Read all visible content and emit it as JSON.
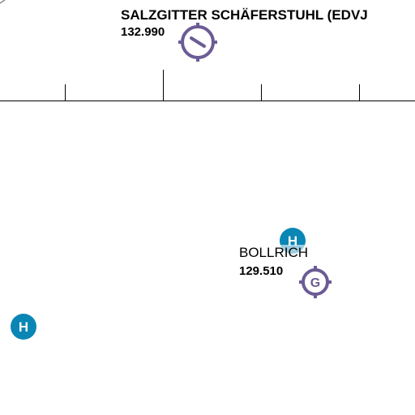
{
  "colors": {
    "background": "#ffffff",
    "airfield_symbol": "#6b5b95",
    "heliport_symbol": "#0a86b5",
    "scale_line": "#000000",
    "text": "#000000"
  },
  "airfields": [
    {
      "name": "SALZGITTER SCHÄFERSTUHL (EDVJ",
      "frequency": "132.990",
      "icon": "airfield-runway-icon"
    },
    {
      "name": "BOLLRICH",
      "frequency": "129.510",
      "icon": "glider-site-icon",
      "symbol_letter": "G"
    }
  ],
  "heliports": [
    {
      "icon": "heliport-icon",
      "letter": "H"
    },
    {
      "icon": "heliport-icon",
      "letter": "H"
    }
  ]
}
